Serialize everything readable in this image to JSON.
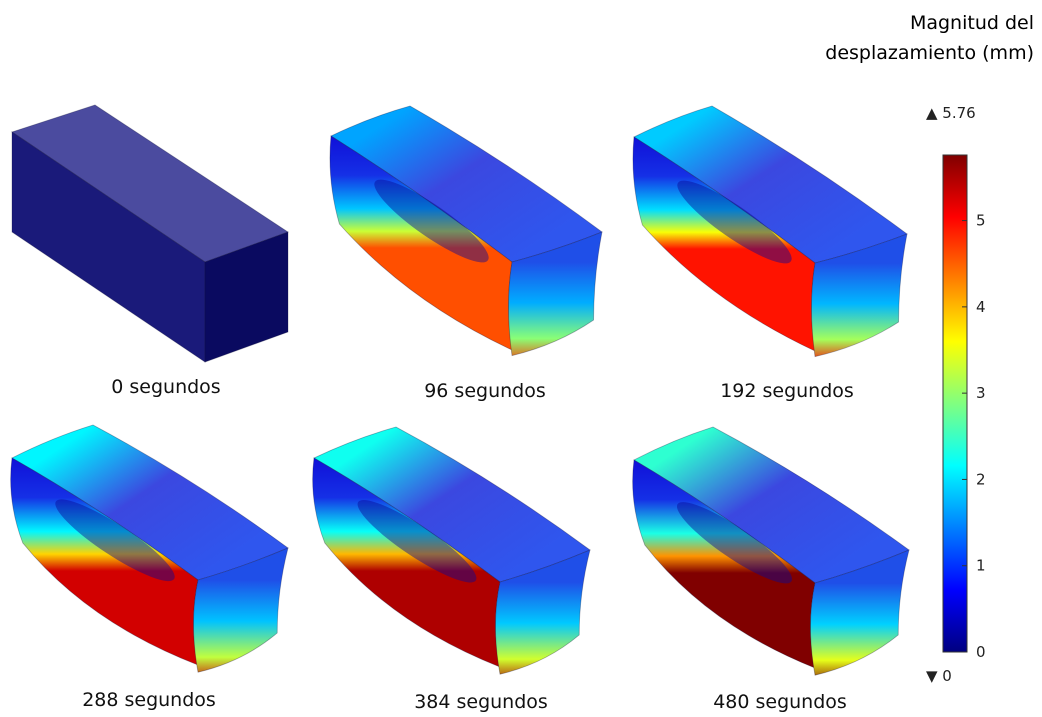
{
  "legend": {
    "title_line1": "Magnitud del",
    "title_line2": "desplazamiento (mm)",
    "max_label": "▲ 5.76",
    "min_label": "▼ 0",
    "max_value": 5.76,
    "min_value": 0,
    "ticks": [
      "0",
      "1",
      "2",
      "3",
      "4",
      "5"
    ],
    "colormap": [
      "#000080",
      "#0000ff",
      "#0080ff",
      "#00ffff",
      "#80ff80",
      "#ffff00",
      "#ff8000",
      "#ff0000",
      "#800000"
    ]
  },
  "panels": [
    {
      "caption": "0 segundos",
      "level": 0.0
    },
    {
      "caption": "96 segundos",
      "level": 0.55
    },
    {
      "caption": "192 segundos",
      "level": 0.68
    },
    {
      "caption": "288 segundos",
      "level": 0.82
    },
    {
      "caption": "384 segundos",
      "level": 0.9
    },
    {
      "caption": "480 segundos",
      "level": 1.0
    }
  ]
}
